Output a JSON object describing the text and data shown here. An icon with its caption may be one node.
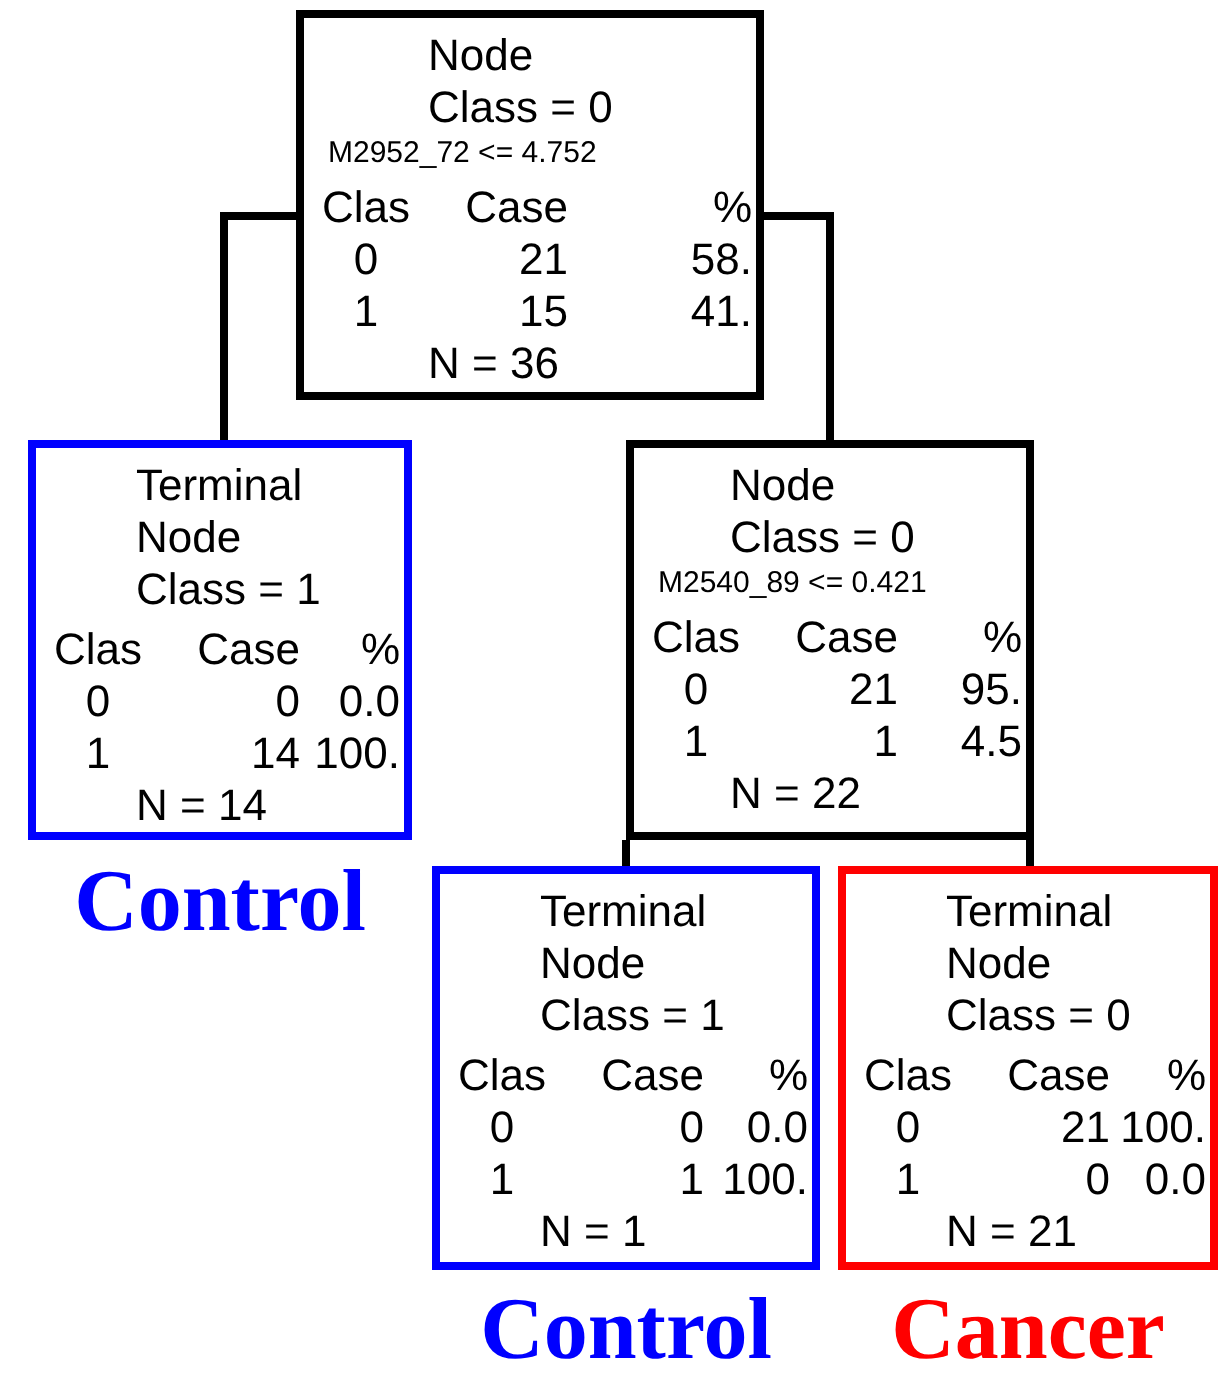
{
  "diagram": {
    "nodes": [
      {
        "text": [
          "Node",
          "Class = 0",
          "M2952_72 <= 4.752",
          "Clas",
          "Case",
          "%",
          "0",
          "21",
          "58.",
          "1",
          "15",
          "41.",
          "N = 36"
        ]
      },
      {
        "text": [
          "Terminal Node",
          "Class = 1",
          "Clas",
          "Case",
          "%",
          "0",
          "0",
          "0.0",
          "1",
          "14",
          "100.",
          "N = 14"
        ],
        "beside": [
          "Control"
        ]
      },
      {
        "text": [
          "Node",
          "Class = 0",
          "M2540_89 <= 0.421",
          "Clas",
          "Case",
          "%",
          "0",
          "21",
          "95.",
          "1",
          "1",
          "4.5",
          "N = 22"
        ]
      },
      {
        "text": [
          "Terminal Node",
          "Class = 1",
          "Clas",
          "Case",
          "%",
          "0",
          "0",
          "0.0",
          "1",
          "1",
          "100.",
          "N = 1"
        ],
        "beside": [
          "Control"
        ]
      },
      {
        "text": [
          "Terminal Node",
          "Class = 0",
          "Clas",
          "Case",
          "%",
          "0",
          "21",
          "100.",
          "1",
          "0",
          "0.0",
          "N = 21"
        ],
        "beside": [
          "Cancer"
        ]
      }
    ],
    "edges": [
      {
        "from": 0,
        "to": 1,
        "arrow": "none"
      },
      {
        "from": 0,
        "to": 2,
        "arrow": "none"
      },
      {
        "from": 2,
        "to": 3,
        "arrow": "none"
      },
      {
        "from": 2,
        "to": 4,
        "arrow": "none"
      }
    ]
  }
}
